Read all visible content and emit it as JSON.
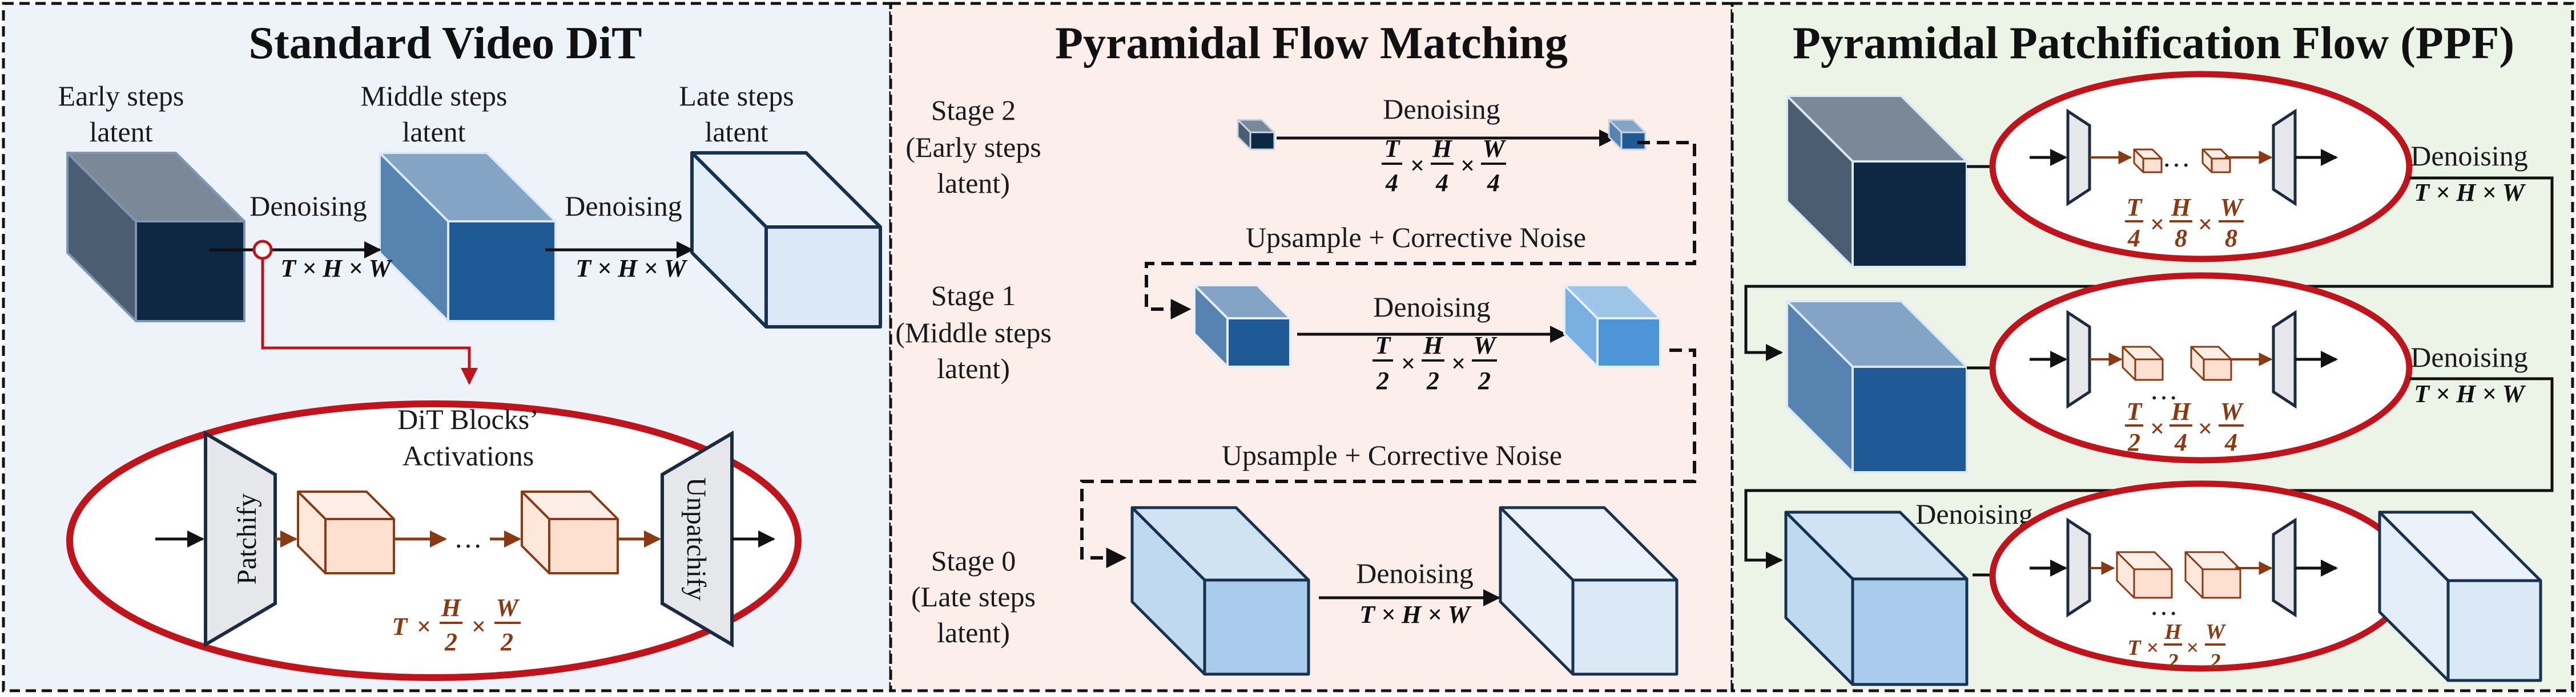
{
  "panels": {
    "standard": {
      "title": "Standard Video DiT",
      "early_label_1": "Early steps",
      "early_label_2": "latent",
      "middle_label_1": "Middle steps",
      "middle_label_2": "latent",
      "late_label_1": "Late steps",
      "late_label_2": "latent",
      "denoising_1": "Denoising",
      "denoising_2": "Denoising",
      "dims": "T × H × W",
      "activations_1": "DiT Blocks’",
      "activations_2": "Activations",
      "patchify": "Patchify",
      "unpatchify": "Unpatchify",
      "ellipsis": "…",
      "token_dims": {
        "t": "T",
        "h": "H",
        "h_den": "2",
        "w": "W",
        "w_den": "2"
      }
    },
    "pyramidal": {
      "title": "Pyramidal Flow Matching",
      "stage2": [
        "Stage 2",
        "(Early steps",
        "latent)"
      ],
      "stage1": [
        "Stage 1",
        "(Middle steps",
        "latent)"
      ],
      "stage0": [
        "Stage 0",
        "(Late steps",
        "latent)"
      ],
      "denoising": "Denoising",
      "upsample": "Upsample + Corrective Noise",
      "stage2_dims": {
        "t": "T",
        "t_den": "4",
        "h": "H",
        "h_den": "4",
        "w": "W",
        "w_den": "4"
      },
      "stage1_dims": {
        "t": "T",
        "t_den": "2",
        "h": "H",
        "h_den": "2",
        "w": "W",
        "w_den": "2"
      },
      "stage0_dims": "T × H × W"
    },
    "ppf": {
      "title": "Pyramidal Patchification Flow (PPF)",
      "denoising": "Denoising",
      "dims": "T × H × W",
      "ellipsis": "…",
      "row1_dims": {
        "t": "T",
        "t_den": "4",
        "h": "H",
        "h_den": "8",
        "w": "W",
        "w_den": "8"
      },
      "row2_dims": {
        "t": "T",
        "t_den": "2",
        "h": "H",
        "h_den": "4",
        "w": "W",
        "w_den": "4"
      },
      "row3_dims": {
        "t": "T",
        "h": "H",
        "h_den": "2",
        "w": "W",
        "w_den": "2"
      }
    }
  },
  "colors": {
    "panel1_bg": "#eef3f9",
    "panel2_bg": "#fcefeb",
    "panel3_bg": "#ecf4e8",
    "ellipse": "#c0141c",
    "token_fill": "#fde0cf",
    "token_edge": "#8a3a12",
    "navy": "#0e2742",
    "mid_blue": "#1f5a96",
    "light_blue": "#a9ccec",
    "pale_blue": "#dbe8f5"
  }
}
